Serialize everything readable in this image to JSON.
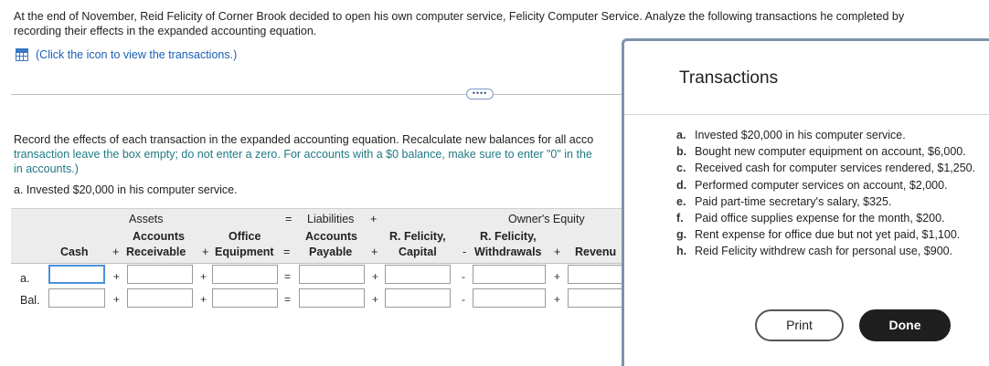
{
  "intro": {
    "line1": "At the end of November, Reid Felicity of Corner Brook decided to open his own computer service, Felicity Computer Service. Analyze the following transactions he completed by",
    "line2": "recording their effects in the expanded accounting equation."
  },
  "view_link": "(Click the icon to view the transactions.)",
  "ellipsis": "••••",
  "instructions": {
    "line1": "Record the effects of each transaction in the expanded accounting equation. Recalculate new balances for all acco",
    "line2": "transaction leave the box empty; do not enter a zero. For accounts with a $0 balance, make sure to enter \"0\" in the",
    "line3": "in accounts.)"
  },
  "question": "a. Invested $20,000 in his computer service.",
  "equation": {
    "assets": "Assets",
    "eq1": "=",
    "liabilities": "Liabilities",
    "plus1": "+",
    "owners_equity": "Owner's Equity",
    "cash": "Cash",
    "plus_a": "+",
    "accounts_receivable_1": "Accounts",
    "accounts_receivable_2": "Receivable",
    "plus_b": "+",
    "office_equipment_1": "Office",
    "office_equipment_2": "Equipment",
    "eq2": "=",
    "accounts_payable_1": "Accounts",
    "accounts_payable_2": "Payable",
    "plus_c": "+",
    "capital_1": "R. Felicity,",
    "capital_2": "Capital",
    "minus": "-",
    "withdrawals_1": "R. Felicity,",
    "withdrawals_2": "Withdrawals",
    "plus_d": "+",
    "revenue": "Revenu"
  },
  "rows": [
    {
      "label": "a.",
      "ops": [
        "+",
        "+",
        "=",
        "+",
        "-",
        "+"
      ]
    },
    {
      "label": "Bal.",
      "ops": [
        "+",
        "+",
        "=",
        "+",
        "-",
        "+"
      ]
    }
  ],
  "modal": {
    "title": "Transactions",
    "transactions": [
      {
        "letter": "a.",
        "text": "Invested $20,000 in his computer service."
      },
      {
        "letter": "b.",
        "text": "Bought new computer equipment on account, $6,000."
      },
      {
        "letter": "c.",
        "text": "Received cash for computer services rendered, $1,250."
      },
      {
        "letter": "d.",
        "text": "Performed computer services on account, $2,000."
      },
      {
        "letter": "e.",
        "text": "Paid part-time secretary's salary, $325."
      },
      {
        "letter": "f.",
        "text": "Paid office supplies expense for the month, $200."
      },
      {
        "letter": "g.",
        "text": "Rent expense for office due but not yet paid, $1,100."
      },
      {
        "letter": "h.",
        "text": "Reid Felicity withdrew cash for personal use, $900."
      }
    ],
    "print_label": "Print",
    "done_label": "Done"
  }
}
